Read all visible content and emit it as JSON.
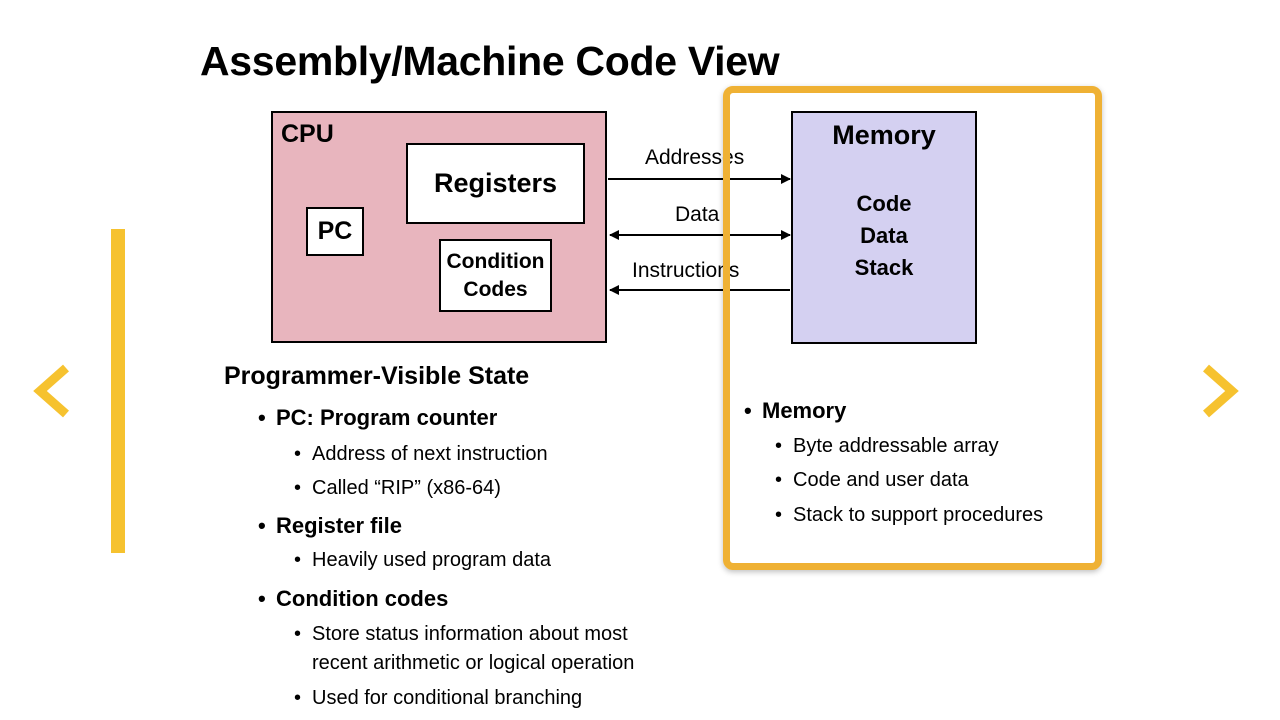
{
  "slide": {
    "title": "Assembly/Machine Code View"
  },
  "cpu": {
    "label": "CPU",
    "registers": "Registers",
    "pc": "PC",
    "condition_codes_line1": "Condition",
    "condition_codes_line2": "Codes"
  },
  "bus": {
    "addresses": "Addresses",
    "data": "Data",
    "instructions": "Instructions"
  },
  "memory_box": {
    "label": "Memory",
    "items": [
      "Code",
      "Data",
      "Stack"
    ]
  },
  "programmer_state": {
    "heading": "Programmer-Visible State",
    "pc_heading": "PC: Program counter",
    "pc_sub1": "Address of next instruction",
    "pc_sub2": "Called “RIP” (x86-64)",
    "regfile_heading": "Register file",
    "regfile_sub1": "Heavily used program data",
    "cc_heading": "Condition codes",
    "cc_sub1_line1": "Store status information about most",
    "cc_sub1_line2": "recent arithmetic or logical operation",
    "cc_sub2": "Used for conditional branching"
  },
  "memory_notes": {
    "heading": "Memory",
    "sub1": "Byte addressable array",
    "sub2": "Code and user data",
    "sub3": "Stack to support procedures"
  },
  "colors": {
    "cpu_fill": "#e8b5be",
    "memory_fill": "#d4d0f1",
    "highlight": "#efb134",
    "nav_accent": "#f6c22f"
  },
  "icons": {
    "prev": "chevron-left-icon",
    "next": "chevron-right-icon"
  }
}
